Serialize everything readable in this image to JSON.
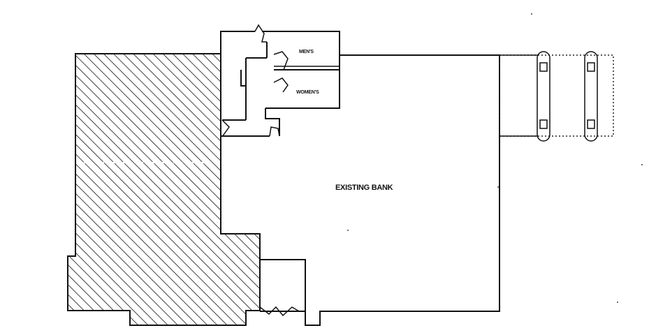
{
  "labels": {
    "main_room": "EXISTING BANK",
    "restroom_men": "MEN'S",
    "restroom_women": "WOMEN'S"
  },
  "colors": {
    "line": "#111111",
    "background": "#ffffff"
  }
}
